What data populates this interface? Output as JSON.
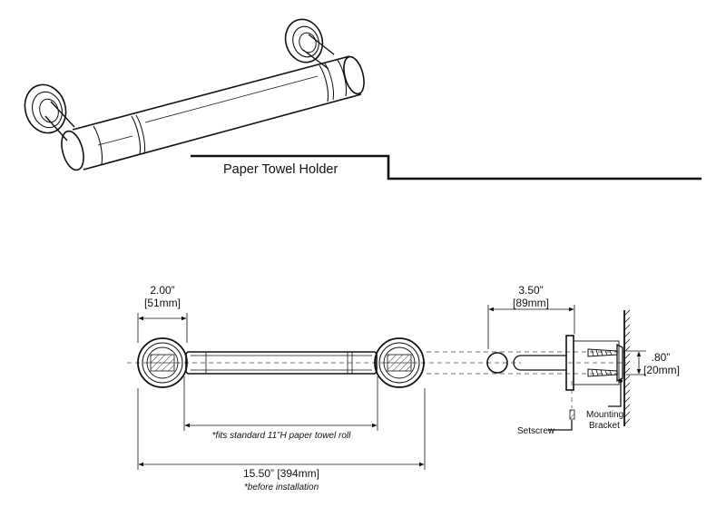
{
  "title": "Paper Towel Holder",
  "front_view": {
    "flange_width": {
      "imperial": "2.00”",
      "metric": "[51mm]"
    },
    "roll_note": "*fits standard 11”H paper towel roll",
    "overall_length": {
      "text": "15.50” [394mm]"
    },
    "overall_note": "*before installation"
  },
  "side_view": {
    "projection": {
      "imperial": "3.50”",
      "metric": "[89mm]"
    },
    "bracket_height": {
      "imperial": ".80”",
      "metric": "[20mm]"
    },
    "setscrew_label": "Setscrew",
    "bracket_label": {
      "line1": "Mounting",
      "line2": "Bracket"
    }
  }
}
